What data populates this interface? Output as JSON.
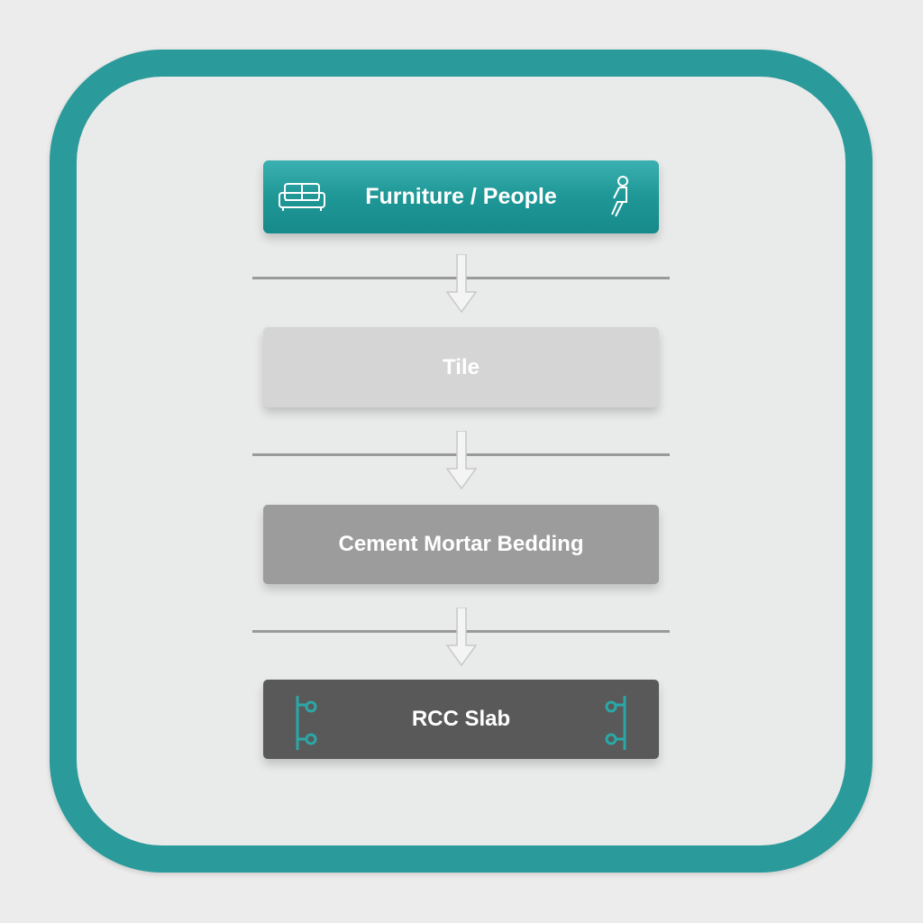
{
  "layers": [
    {
      "label": "Furniture / People",
      "left_icon": "sofa-icon",
      "right_icon": "seated-person-icon"
    },
    {
      "label": "Tile"
    },
    {
      "label": "Cement Mortar Bedding"
    },
    {
      "label": "RCC Slab",
      "left_icon": "rebar-icon",
      "right_icon": "rebar-icon"
    }
  ],
  "colors": {
    "accent": "#2a9a9a",
    "tile": "#d5d5d5",
    "mortar": "#9c9c9c",
    "slab": "#595959"
  }
}
